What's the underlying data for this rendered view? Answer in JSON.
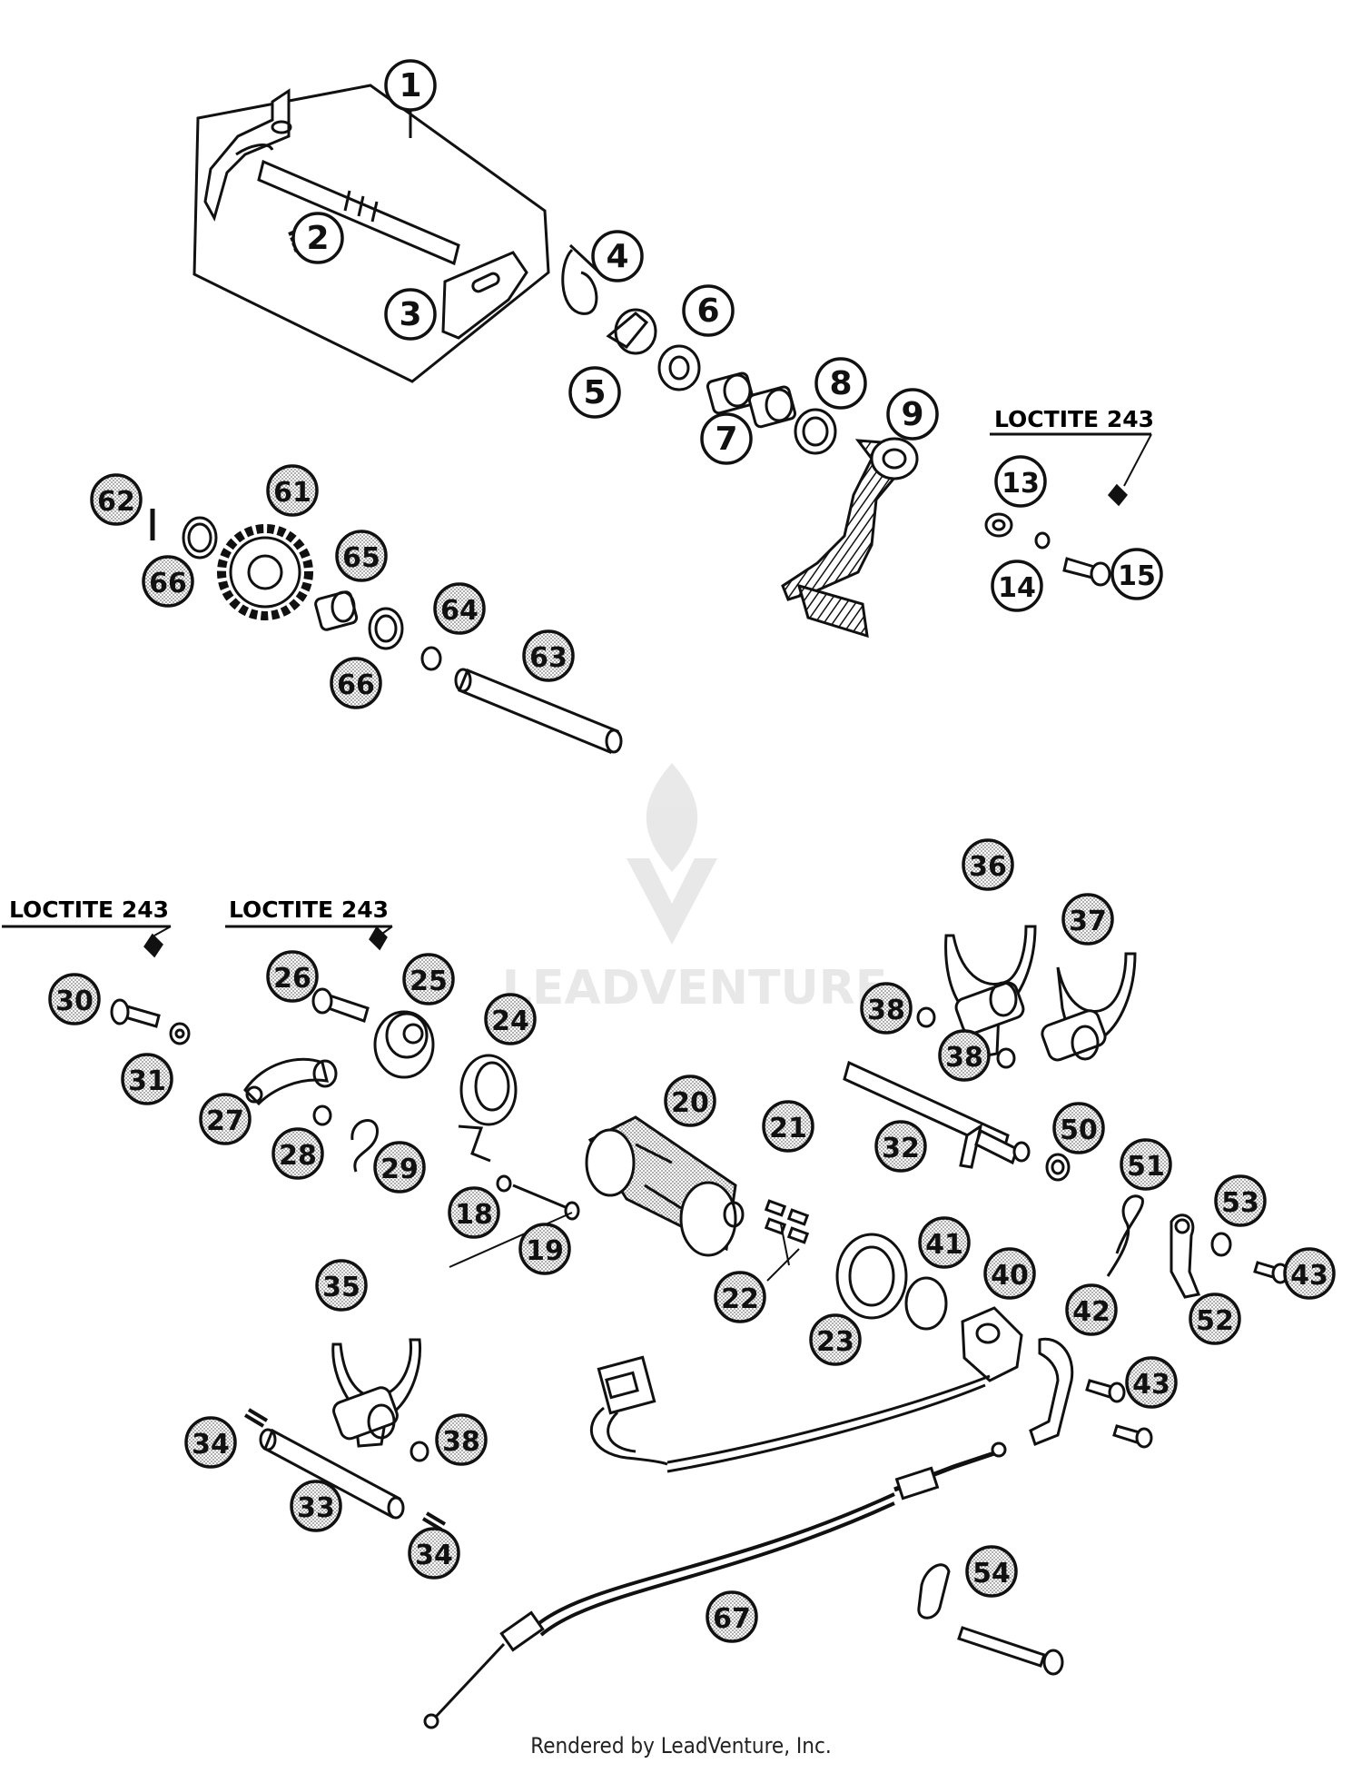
{
  "diagram": {
    "footer": "Rendered by LeadVenture, Inc.",
    "watermark": "LEADVENTURE",
    "notes": {
      "loctite_top": "LOCTITE 243",
      "loctite_left": "LOCTITE 243",
      "loctite_mid": "LOCTITE 243"
    },
    "callouts_white": [
      "1",
      "2",
      "3",
      "4",
      "5",
      "6",
      "7",
      "8",
      "9",
      "13",
      "14",
      "15"
    ],
    "callouts_shaded": [
      "18",
      "19",
      "20",
      "21",
      "22",
      "23",
      "24",
      "25",
      "26",
      "27",
      "28",
      "29",
      "30",
      "31",
      "32",
      "33",
      "34",
      "35",
      "36",
      "37",
      "38",
      "40",
      "41",
      "42",
      "43",
      "50",
      "51",
      "52",
      "53",
      "54",
      "61",
      "62",
      "63",
      "64",
      "65",
      "66",
      "67"
    ]
  }
}
